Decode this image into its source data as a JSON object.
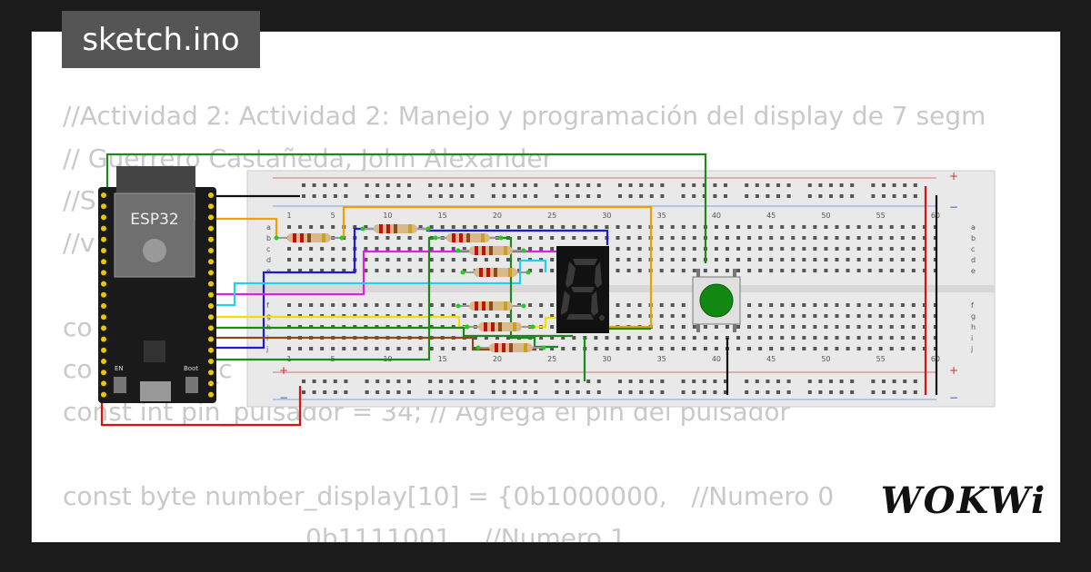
{
  "tab": {
    "title": "sketch.ino"
  },
  "code_lines": [
    "//Actividad 2: Actividad 2: Manejo y programación del display de 7 segm",
    "// Guerrero Castañeda, John Alexander",
    "//S          D",
    "//v         20",
    "",
    "co          e",
    "co            n_c",
    "const int pin_pulsador = 34; // Agrega el pin del pulsador",
    "",
    "const byte number_display[10] = {0b1000000,   //Numero 0",
    "                              0b1111001,   //Numero 1"
  ],
  "esp32": {
    "label": "ESP32",
    "button_en": "EN",
    "button_boot": "Boot"
  },
  "breadboard": {
    "column_numbers": [
      "1",
      "5",
      "10",
      "15",
      "20",
      "25",
      "30",
      "35",
      "40",
      "45",
      "50",
      "55",
      "60"
    ],
    "row_letters_top": [
      "a",
      "b",
      "c",
      "d",
      "e"
    ],
    "row_letters_bottom": [
      "f",
      "g",
      "h",
      "i",
      "j"
    ]
  },
  "logo": {
    "text": "WOKWi"
  },
  "colors": {
    "background": "#1b1b1b",
    "card": "#ffffff",
    "code_text": "#c9c9c9",
    "tab": "#555555",
    "wire_green": "#1a8a1a",
    "wire_red": "#dd1111",
    "wire_black": "#111111",
    "wire_blue": "#1a1adc",
    "wire_yellow": "#f0e000",
    "wire_orange": "#f0a000",
    "wire_magenta": "#e020e0",
    "wire_cyan": "#20d0f0",
    "wire_brown": "#8a4a1a",
    "button_green": "#118811"
  }
}
